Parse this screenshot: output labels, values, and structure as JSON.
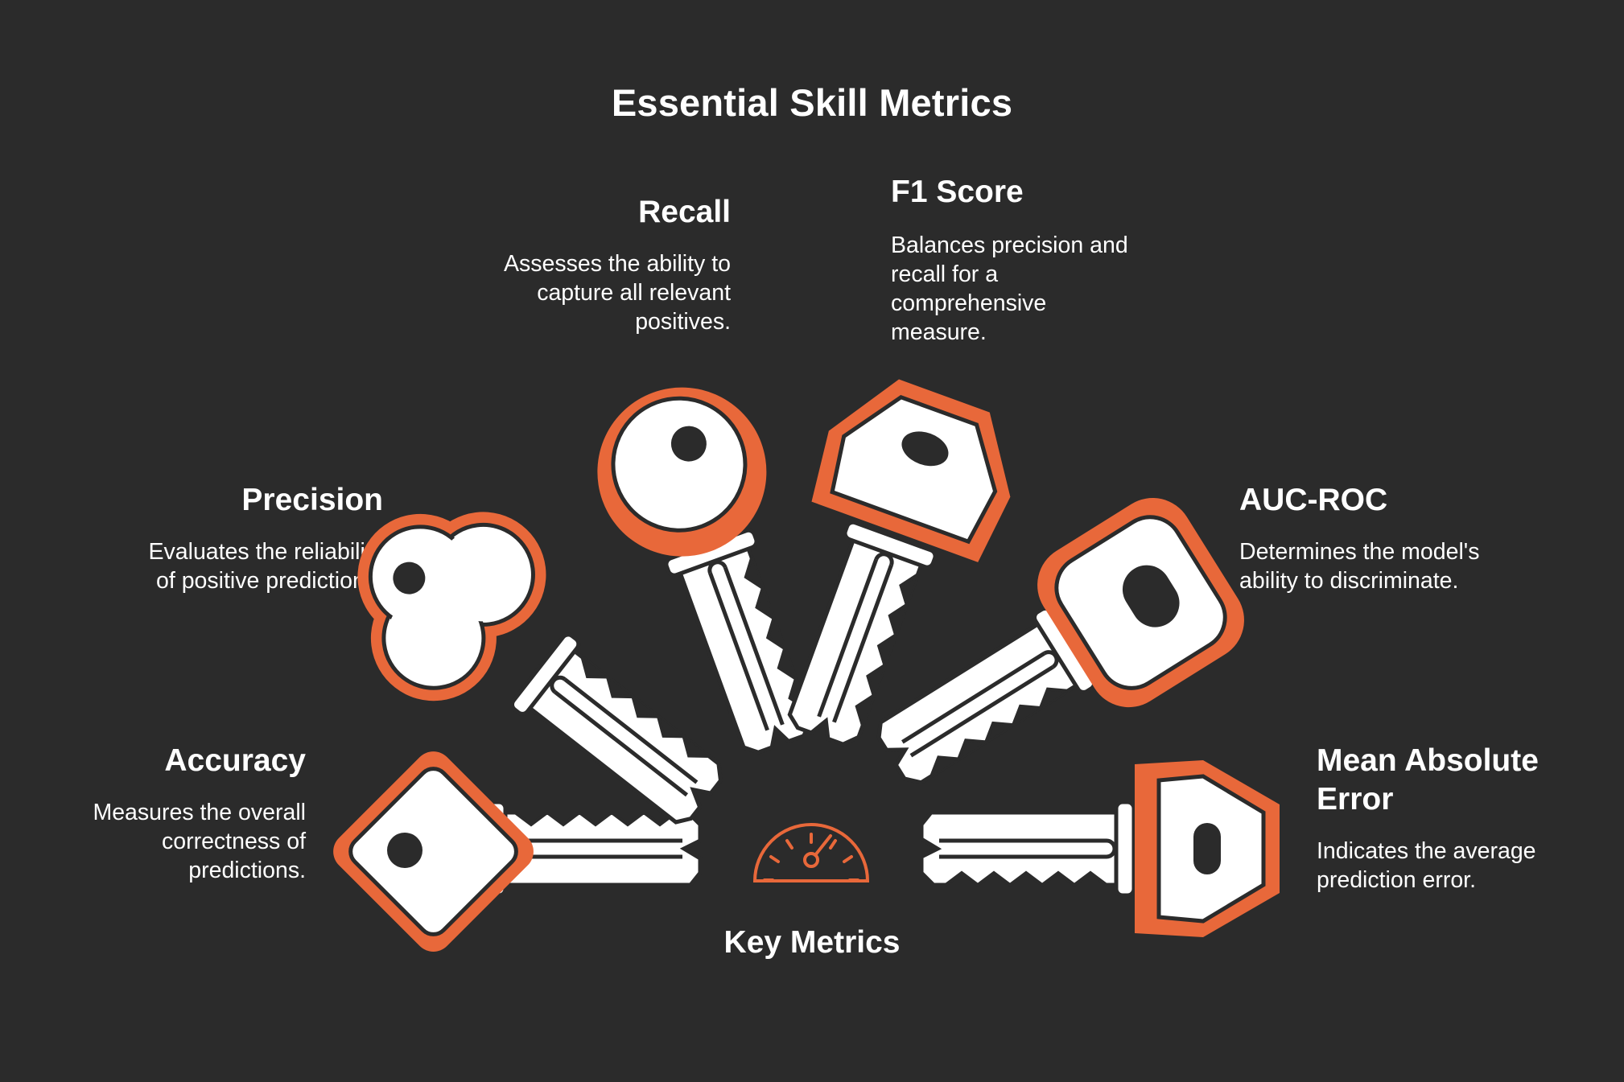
{
  "title": "Essential Skill Metrics",
  "center_label": "Key Metrics",
  "colors": {
    "background": "#2b2b2b",
    "accent": "#e8683a",
    "key": "#ffffff",
    "outline": "#2b2b2b"
  },
  "metrics": [
    {
      "id": "accuracy",
      "title": "Accuracy",
      "description_lines": [
        "Measures the overall",
        "correctness of",
        "predictions."
      ]
    },
    {
      "id": "precision",
      "title": "Precision",
      "description_lines": [
        "Evaluates the reliability",
        "of positive predictions."
      ]
    },
    {
      "id": "recall",
      "title": "Recall",
      "description_lines": [
        "Assesses the ability to",
        "capture all relevant",
        "positives."
      ]
    },
    {
      "id": "f1",
      "title": "F1 Score",
      "description_lines": [
        "Balances precision and",
        "recall for a",
        "comprehensive",
        "measure."
      ]
    },
    {
      "id": "auc",
      "title": "AUC-ROC",
      "description_lines": [
        "Determines the model's",
        "ability to discriminate."
      ]
    },
    {
      "id": "mae",
      "title_lines": [
        "Mean Absolute",
        "Error"
      ],
      "description_lines": [
        "Indicates the average",
        "prediction error."
      ]
    }
  ],
  "icons": {
    "center": "speedometer-icon",
    "keys": [
      "key-accuracy-icon",
      "key-precision-icon",
      "key-recall-icon",
      "key-f1-icon",
      "key-auc-icon",
      "key-mae-icon"
    ]
  }
}
